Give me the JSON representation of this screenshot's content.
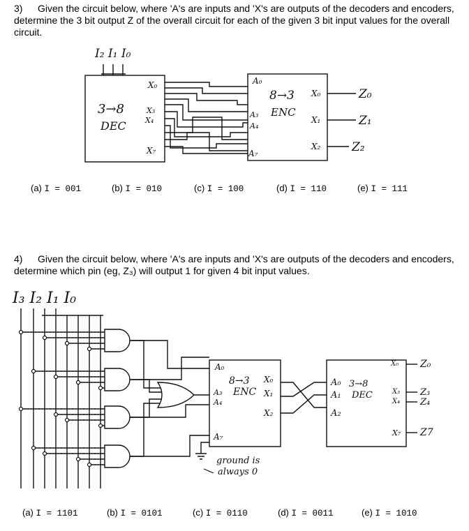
{
  "q3": {
    "number": "3)",
    "text": "Given the circuit below, where 'A's are inputs and 'X's are outputs of the decoders and encoders, determine the 3 bit output Z of the overall circuit for each of the given 3 bit input values for the overall circuit.",
    "diagram": {
      "inputs_label": "I₂ I₁ I₀",
      "decoder": {
        "title": "3→8",
        "sub": "DEC",
        "x0": "X₀",
        "x3": "X₃",
        "x4": "X₄",
        "x7": "X₇"
      },
      "encoder": {
        "a0": "A₀",
        "title": "8→3",
        "sub": "ENC",
        "a3": "A₃",
        "a4": "A₄",
        "a7": "A₇",
        "x0": "X₀",
        "x1": "X₁",
        "x2": "X₂"
      },
      "outputs": [
        "Z₀",
        "Z₁",
        "Z₂"
      ]
    },
    "options": [
      {
        "label": "(a)",
        "value": "I = 001"
      },
      {
        "label": "(b)",
        "value": "I = 010"
      },
      {
        "label": "(c)",
        "value": "I = 100"
      },
      {
        "label": "(d)",
        "value": "I = 110"
      },
      {
        "label": "(e)",
        "value": "I = 111"
      }
    ]
  },
  "q4": {
    "number": "4)",
    "text": "Given the circuit below, where 'A's are inputs and 'X's are outputs of the decoders and encoders, determine which pin (eg, Z₃) will output 1 for given 4 bit input values.",
    "diagram": {
      "inputs_label": "I₃ I₂ I₁ I₀",
      "encoder": {
        "a0": "A₀",
        "title": "8→3",
        "sub": "ENC",
        "a3": "A₃",
        "a4": "A₄",
        "a7": "A₇",
        "x0": "X₀",
        "x1": "X₁",
        "x2": "X₂"
      },
      "decoder": {
        "a0": "A₀",
        "a1": "A₁",
        "a2": "A₂",
        "title": "3→8",
        "sub": "DEC",
        "x0": "X₀",
        "x3": "X₃",
        "x4": "X₄",
        "x7": "X₇"
      },
      "outputs": [
        "Z₀",
        "Z₃",
        "Z₄",
        "Z7"
      ],
      "ground_note_1": "ground is",
      "ground_note_2": "always 0"
    },
    "options": [
      {
        "label": "(a)",
        "value": "I = 1101"
      },
      {
        "label": "(b)",
        "value": "I = 0101"
      },
      {
        "label": "(c)",
        "value": "I = 0110"
      },
      {
        "label": "(d)",
        "value": "I = 0011"
      },
      {
        "label": "(e)",
        "value": "I = 1010"
      }
    ]
  }
}
